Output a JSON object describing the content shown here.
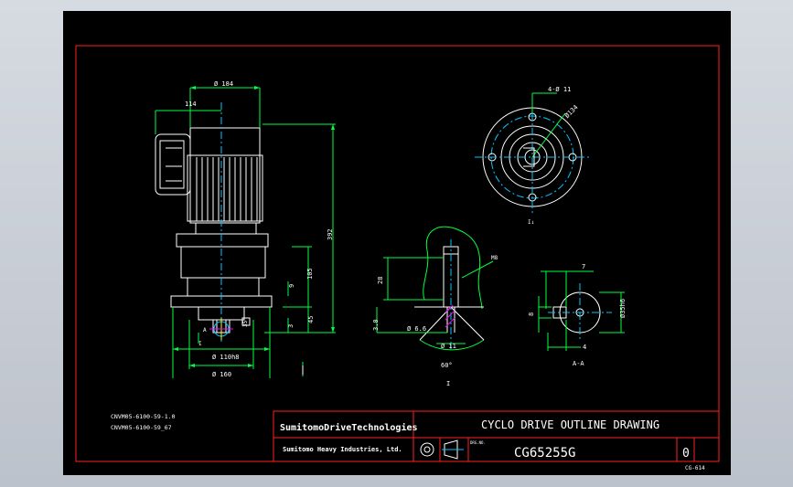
{
  "drawing": {
    "title": "CYCLO DRIVE OUTLINE DRAWING",
    "drawing_number": "CG65255G",
    "revision": "0",
    "sheet_code": "CG-614",
    "model_lines": [
      "CNVM05-6100-59-1.0",
      "CNVM05-6100-59_67"
    ],
    "company_name": "SumitomoDriveTechnologies",
    "company_sub": "Sumitomo Heavy Industries, Ltd.",
    "small_label": "DRG.NO."
  },
  "dimensions": {
    "d_top": "Ø 184",
    "d_114": "114",
    "d_height": "392",
    "d_105": "105",
    "d_45": "45",
    "d_9": "9",
    "d_3": "3",
    "d_110": "Ø 110h8",
    "d_160": "Ø 160",
    "d_35": "35",
    "d_a": "A",
    "d_i": "I",
    "holes": "4-Ø 11",
    "pcd": "Ø134",
    "view_label": "I↓",
    "m8": "M8",
    "d_28": "28",
    "d_3_0": "3.0",
    "d_6_6": "Ø 6.6",
    "d_11": "Ø 11",
    "angle": "60°",
    "detail_label": "I",
    "d_7": "7",
    "d_4": "4",
    "d_8": "8",
    "shaft_dia": "Ø35h6",
    "section_label": "A-A"
  },
  "colors": {
    "background": "#000000",
    "frame": "#ff2020",
    "geometry": "#ffffff",
    "dimension": "#00ff40",
    "centerline": "#00c8ff",
    "highlight": "#ffff00",
    "accent": "#ff00ff"
  }
}
